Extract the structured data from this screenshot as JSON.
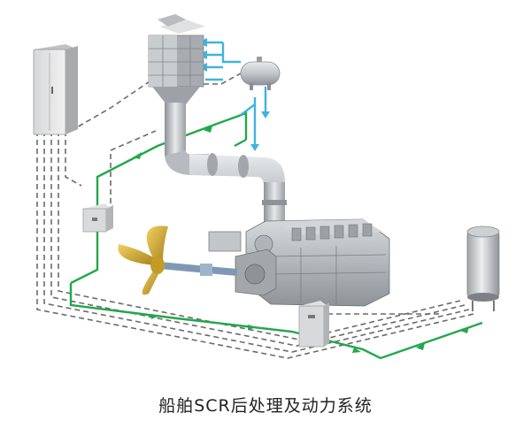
{
  "caption": "船舶SCR后处理及动力系统",
  "components": {
    "control_cabinet": "control-cabinet",
    "scr_reactor": "scr-reactor",
    "urea_tank": "urea-tank",
    "exhaust_pipe": "exhaust-pipe",
    "diesel_engine": "diesel-engine",
    "propeller": "propeller",
    "dosing_control_box": "dosing-control-box",
    "pump_unit": "pump-unit",
    "air_tank": "air-tank"
  },
  "colors": {
    "line_green": "#21a84a",
    "line_blue": "#3fb3e0",
    "line_dashed": "#6b6b6b",
    "propeller": "#c9a22a",
    "metal": "#b9bdc2"
  }
}
